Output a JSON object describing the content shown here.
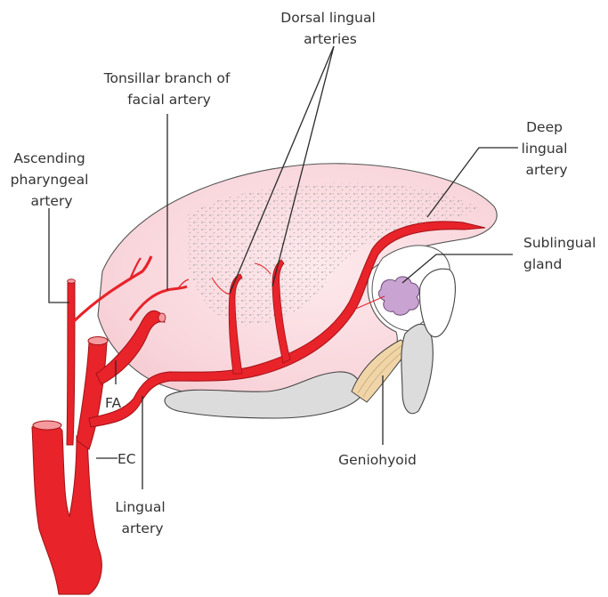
{
  "labels": {
    "dorsal": [
      "Dorsal lingual",
      "arteries"
    ],
    "tonsillar": [
      "Tonsillar branch of",
      "facial artery"
    ],
    "ascending": [
      "Ascending",
      "pharyngeal",
      "artery"
    ],
    "deep": [
      "Deep",
      "lingual",
      "artery"
    ],
    "sublingual": [
      "Sublingual",
      "gland"
    ],
    "fa": "FA",
    "ec": "EC",
    "lingual": [
      "Lingual",
      "artery"
    ],
    "geniohyoid": "Geniohyoid"
  },
  "colors": {
    "artery": "#e8232a",
    "tongue": "#fadfe3",
    "gland": "#c9a3d1",
    "bone": "#dcdcdc",
    "muscle": "#f0d5a8"
  }
}
